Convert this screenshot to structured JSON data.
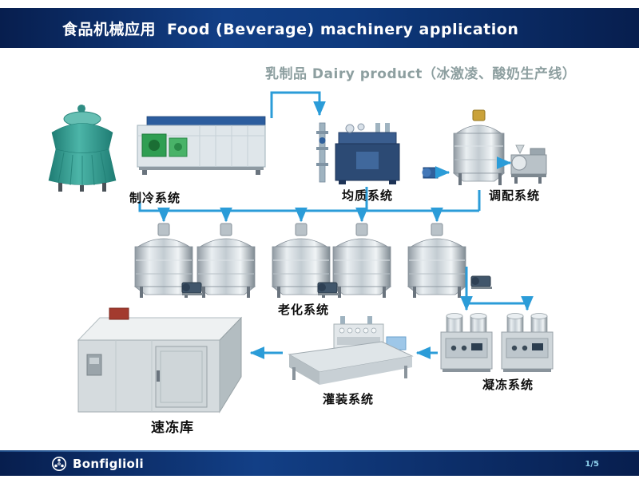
{
  "slide": {
    "header": {
      "title_zh": "食品机械应用",
      "title_en": "Food (Beverage) machinery application"
    },
    "subtitle": "乳制品 Dairy product（冰激凌、酸奶生产线）",
    "stations": {
      "refrigeration": "制冷系统",
      "homogenization": "均质系统",
      "blending": "调配系统",
      "aging": "老化系统",
      "quick_freeze_storage": "速冻库",
      "filling": "灌装系统",
      "freezing": "凝冻系统"
    },
    "footer": {
      "brand": "Bonfiglioli",
      "page": "1/5",
      "logo_icon": "bonfiglioli-gear-icon"
    },
    "colors": {
      "header_bg": "#0b2a66",
      "arrow": "#2b9cd8",
      "subtitle_text": "#8d9fa0"
    }
  }
}
